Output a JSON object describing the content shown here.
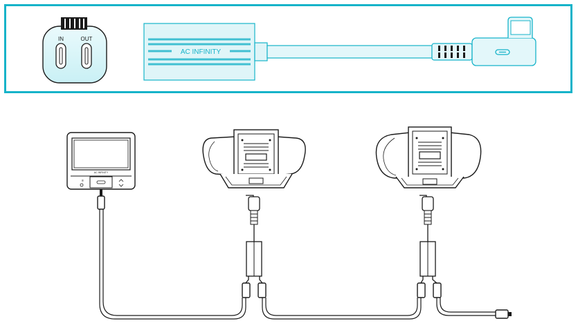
{
  "colors": {
    "accent": "#16b3c9",
    "line": "#1a1a1a",
    "stripe": "#41c0d2"
  },
  "splitter": {
    "in_label": "IN",
    "out_label": "OUT"
  },
  "cable": {
    "brand_label": "AC INFINITY",
    "connector_icon": "usb-c-icon"
  },
  "controller": {
    "brand_label": "AC INFINITY"
  },
  "icons": [
    "usb-c-icon",
    "up-arrow-icon",
    "down-arrow-icon",
    "gear-icon"
  ]
}
